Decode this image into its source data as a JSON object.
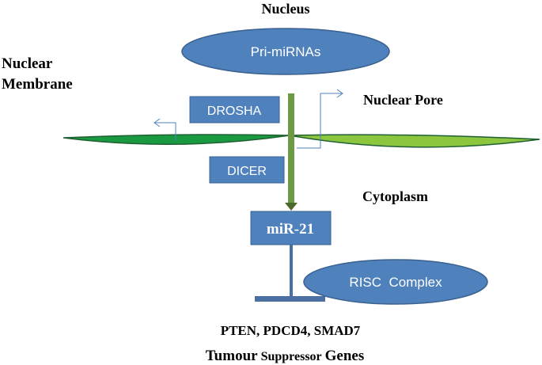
{
  "labels": {
    "nucleus": "Nucleus",
    "nuclear_line1": "Nuclear",
    "nuclear_line2": "Membrane",
    "nuclear_pore": "Nuclear Pore",
    "cytoplasm": "Cytoplasm",
    "targets": "PTEN, PDCD4, SMAD7",
    "tsg_tumour": "Tumour",
    "tsg_suppressor": "Suppressor",
    "tsg_genes": "Genes"
  },
  "nodes": {
    "pri_mirnas": "Pri-miRNAs",
    "drosha": "DROSHA",
    "dicer": "DICER",
    "mir21": "miR-21",
    "risc": "RISC  Complex"
  },
  "colors": {
    "node_fill": "#4f81bd",
    "node_stroke": "#3a6190",
    "node_text": "#ffffff",
    "membrane_dark": "#1a9a40",
    "membrane_light": "#8cc63f",
    "membrane_edge": "#1f5f32",
    "stem": "#6f9a45",
    "inhibit": "#4a6fa1",
    "callout": "#4f81bd"
  }
}
